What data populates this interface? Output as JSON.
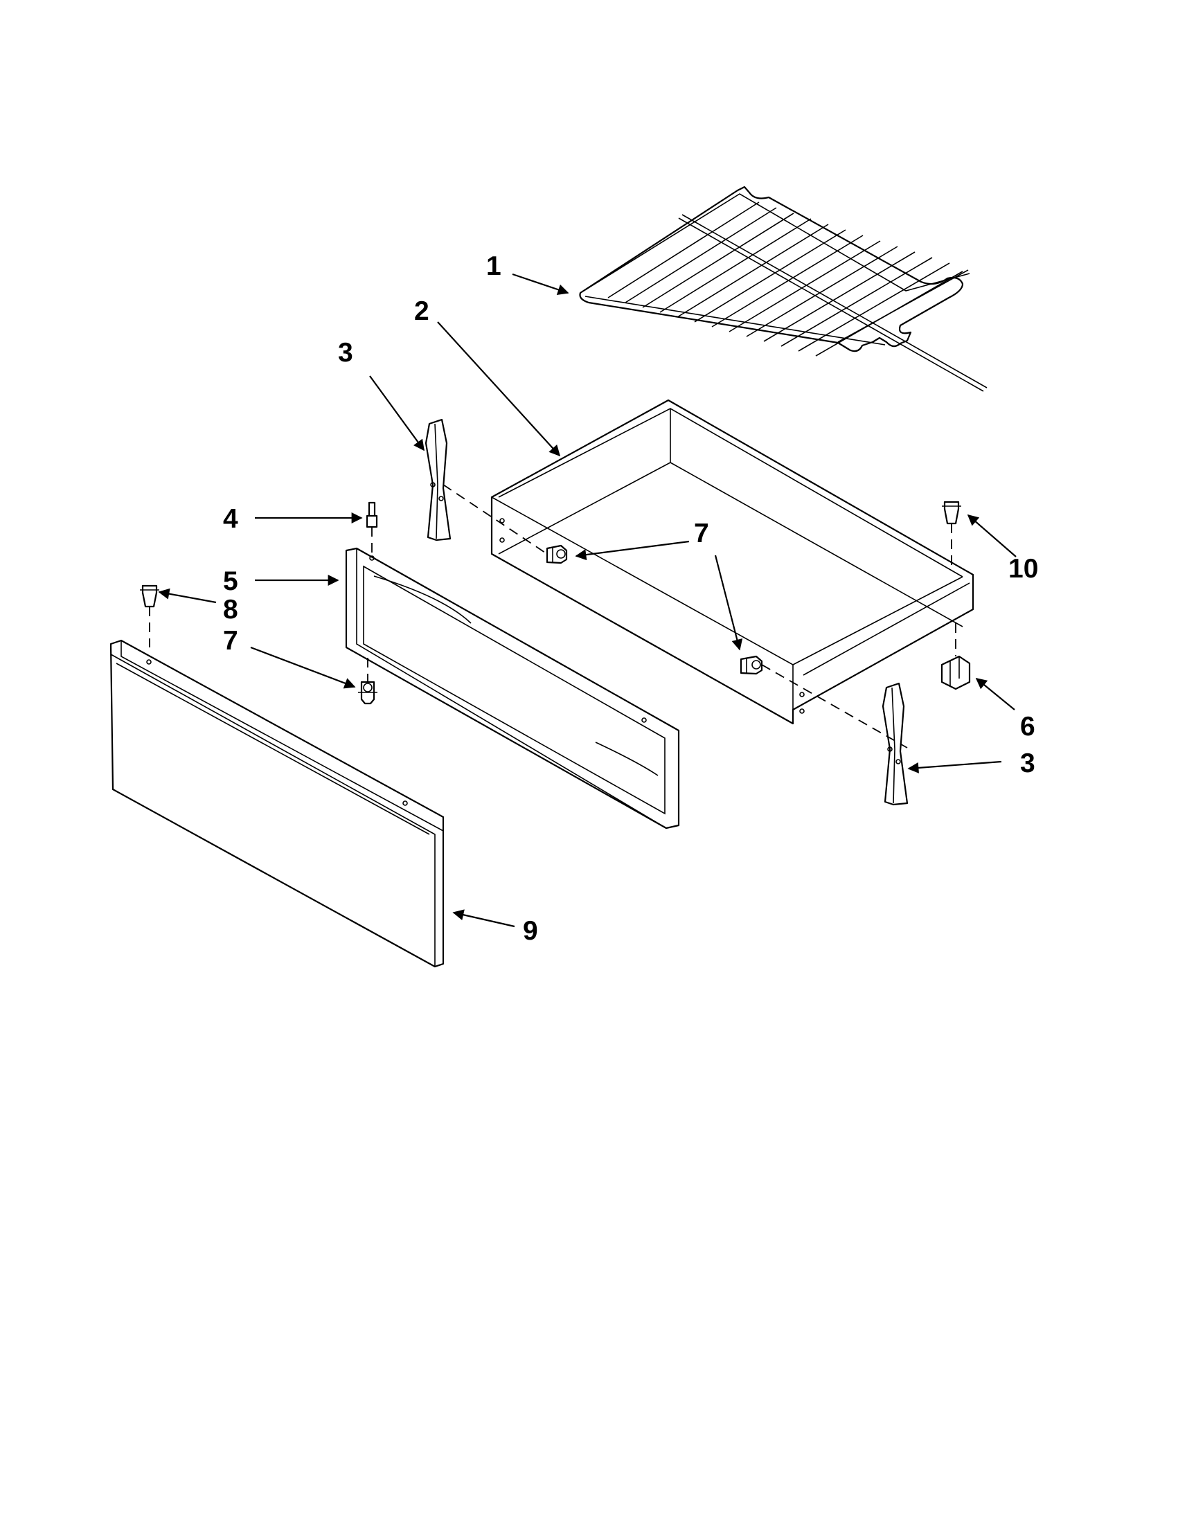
{
  "callouts": {
    "c1": "1",
    "c2": "2",
    "c3a": "3",
    "c3b": "3",
    "c4": "4",
    "c5": "5",
    "c6": "6",
    "c7a": "7",
    "c7b": "7",
    "c8": "8",
    "c9": "9",
    "c10": "10"
  }
}
